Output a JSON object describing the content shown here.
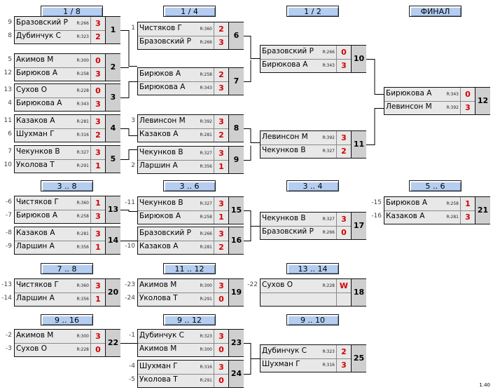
{
  "headers": {
    "r16": "1 / 8",
    "qf": "1 / 4",
    "sf": "1 / 2",
    "final": "ФИНАЛ",
    "p3_8": "3 .. 8",
    "p3_6": "3 .. 6",
    "p3_4": "3 .. 4",
    "p5_6": "5 .. 6",
    "p7_8": "7 .. 8",
    "p11_12": "11 .. 12",
    "p13_14": "13 .. 14",
    "p9_16": "9 .. 16",
    "p9_12": "9 .. 12",
    "p9_10": "9 .. 10"
  },
  "matches": {
    "m1": {
      "num": "1",
      "p1": {
        "seed": "9",
        "name": "Бразовский Р",
        "rating": "R:266",
        "score": "3"
      },
      "p2": {
        "seed": "8",
        "name": "Дубинчук С",
        "rating": "R:323",
        "score": "2"
      }
    },
    "m2": {
      "num": "2",
      "p1": {
        "seed": "5",
        "name": "Акимов М",
        "rating": "R:300",
        "score": "0"
      },
      "p2": {
        "seed": "12",
        "name": "Бирюков А",
        "rating": "R:258",
        "score": "3"
      }
    },
    "m3": {
      "num": "3",
      "p1": {
        "seed": "13",
        "name": "Сухов О",
        "rating": "R:228",
        "score": "0"
      },
      "p2": {
        "seed": "4",
        "name": "Бирюкова А",
        "rating": "R:343",
        "score": "3"
      }
    },
    "m4": {
      "num": "4",
      "p1": {
        "seed": "11",
        "name": "Казаков А",
        "rating": "R:281",
        "score": "3"
      },
      "p2": {
        "seed": "6",
        "name": "Шухман Г",
        "rating": "R:316",
        "score": "2"
      }
    },
    "m5": {
      "num": "5",
      "p1": {
        "seed": "7",
        "name": "Чекунков В",
        "rating": "R:327",
        "score": "3"
      },
      "p2": {
        "seed": "10",
        "name": "Уколова Т",
        "rating": "R:291",
        "score": "1"
      }
    },
    "m6": {
      "num": "6",
      "p1": {
        "seed": "1",
        "name": "Чистяков Г",
        "rating": "R:360",
        "score": "2"
      },
      "p2": {
        "seed": "",
        "name": "Бразовский Р",
        "rating": "R:266",
        "score": "3"
      }
    },
    "m7": {
      "num": "7",
      "p1": {
        "seed": "",
        "name": "Бирюков А",
        "rating": "R:258",
        "score": "2"
      },
      "p2": {
        "seed": "",
        "name": "Бирюкова А",
        "rating": "R:343",
        "score": "3"
      }
    },
    "m8": {
      "num": "8",
      "p1": {
        "seed": "3",
        "name": "Левинсон М",
        "rating": "R:392",
        "score": "3"
      },
      "p2": {
        "seed": "",
        "name": "Казаков А",
        "rating": "R:281",
        "score": "2"
      }
    },
    "m9": {
      "num": "9",
      "p1": {
        "seed": "",
        "name": "Чекунков В",
        "rating": "R:327",
        "score": "3"
      },
      "p2": {
        "seed": "2",
        "name": "Ларшин А",
        "rating": "R:356",
        "score": "1"
      }
    },
    "m10": {
      "num": "10",
      "p1": {
        "seed": "",
        "name": "Бразовский Р",
        "rating": "R:266",
        "score": "0"
      },
      "p2": {
        "seed": "",
        "name": "Бирюкова А",
        "rating": "R:343",
        "score": "3"
      }
    },
    "m11": {
      "num": "11",
      "p1": {
        "seed": "",
        "name": "Левинсон М",
        "rating": "R:392",
        "score": "3"
      },
      "p2": {
        "seed": "",
        "name": "Чекунков В",
        "rating": "R:327",
        "score": "2"
      }
    },
    "m12": {
      "num": "12",
      "p1": {
        "seed": "",
        "name": "Бирюкова А",
        "rating": "R:343",
        "score": "0"
      },
      "p2": {
        "seed": "",
        "name": "Левинсон М",
        "rating": "R:392",
        "score": "3"
      }
    },
    "m13": {
      "num": "13",
      "p1": {
        "seed": "-6",
        "name": "Чистяков Г",
        "rating": "R:360",
        "score": "1"
      },
      "p2": {
        "seed": "-7",
        "name": "Бирюков А",
        "rating": "R:258",
        "score": "3"
      }
    },
    "m14": {
      "num": "14",
      "p1": {
        "seed": "-8",
        "name": "Казаков А",
        "rating": "R:281",
        "score": "3"
      },
      "p2": {
        "seed": "-9",
        "name": "Ларшин А",
        "rating": "R:356",
        "score": "1"
      }
    },
    "m15": {
      "num": "15",
      "p1": {
        "seed": "-11",
        "name": "Чекунков В",
        "rating": "R:327",
        "score": "3"
      },
      "p2": {
        "seed": "",
        "name": "Бирюков А",
        "rating": "R:258",
        "score": "1"
      }
    },
    "m16": {
      "num": "16",
      "p1": {
        "seed": "",
        "name": "Бразовский Р",
        "rating": "R:266",
        "score": "3"
      },
      "p2": {
        "seed": "-10",
        "name": "Казаков А",
        "rating": "R:281",
        "score": "2"
      }
    },
    "m17": {
      "num": "17",
      "p1": {
        "seed": "",
        "name": "Чекунков В",
        "rating": "R:327",
        "score": "3"
      },
      "p2": {
        "seed": "",
        "name": "Бразовский Р",
        "rating": "R:266",
        "score": "0"
      }
    },
    "m18": {
      "num": "18",
      "p1": {
        "seed": "-22",
        "name": "Сухов О",
        "rating": "R:228",
        "score": "W"
      },
      "p2": {
        "seed": "",
        "name": "",
        "rating": "",
        "score": ""
      }
    },
    "m19": {
      "num": "19",
      "p1": {
        "seed": "-23",
        "name": "Акимов М",
        "rating": "R:300",
        "score": "3"
      },
      "p2": {
        "seed": "-24",
        "name": "Уколова Т",
        "rating": "R:291",
        "score": "0"
      }
    },
    "m20": {
      "num": "20",
      "p1": {
        "seed": "-13",
        "name": "Чистяков Г",
        "rating": "R:360",
        "score": "3"
      },
      "p2": {
        "seed": "-14",
        "name": "Ларшин А",
        "rating": "R:356",
        "score": "1"
      }
    },
    "m21": {
      "num": "21",
      "p1": {
        "seed": "-15",
        "name": "Бирюков А",
        "rating": "R:258",
        "score": "1"
      },
      "p2": {
        "seed": "-16",
        "name": "Казаков А",
        "rating": "R:281",
        "score": "3"
      }
    },
    "m22": {
      "num": "22",
      "p1": {
        "seed": "-2",
        "name": "Акимов М",
        "rating": "R:300",
        "score": "3"
      },
      "p2": {
        "seed": "-3",
        "name": "Сухов О",
        "rating": "R:228",
        "score": "0"
      }
    },
    "m23": {
      "num": "23",
      "p1": {
        "seed": "-1",
        "name": "Дубинчук С",
        "rating": "R:323",
        "score": "3"
      },
      "p2": {
        "seed": "",
        "name": "Акимов М",
        "rating": "R:300",
        "score": "0"
      }
    },
    "m24": {
      "num": "24",
      "p1": {
        "seed": "-4",
        "name": "Шухман Г",
        "rating": "R:316",
        "score": "3"
      },
      "p2": {
        "seed": "-5",
        "name": "Уколова Т",
        "rating": "R:291",
        "score": "0"
      }
    },
    "m25": {
      "num": "25",
      "p1": {
        "seed": "",
        "name": "Дубинчук С",
        "rating": "R:323",
        "score": "2"
      },
      "p2": {
        "seed": "",
        "name": "Шухман Г",
        "rating": "R:316",
        "score": "3"
      }
    }
  },
  "version": "1.40"
}
